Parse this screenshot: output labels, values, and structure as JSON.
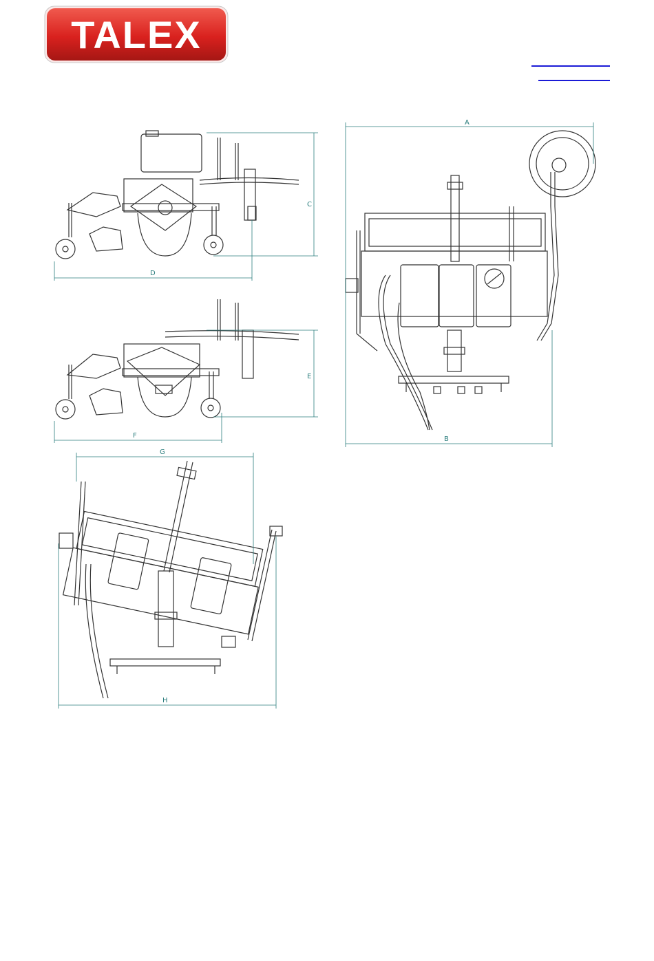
{
  "header": {
    "brand": "TALEX",
    "brand_colors": {
      "red": "#d9211e",
      "dark_red": "#8e1512",
      "text": "#ffffff"
    },
    "link_color": "#1a1ad6"
  },
  "drawings": {
    "dimension_color": "#2a7d7d",
    "side_view_top": {
      "labels": {
        "height": "C",
        "length": "D"
      }
    },
    "side_view_bottom": {
      "labels": {
        "height": "E",
        "length": "F"
      }
    },
    "top_view": {
      "labels": {
        "width_top": "A",
        "width_bottom": "B"
      }
    },
    "angled_top_view": {
      "labels": {
        "width_top": "G",
        "width_bottom": "H"
      }
    }
  }
}
